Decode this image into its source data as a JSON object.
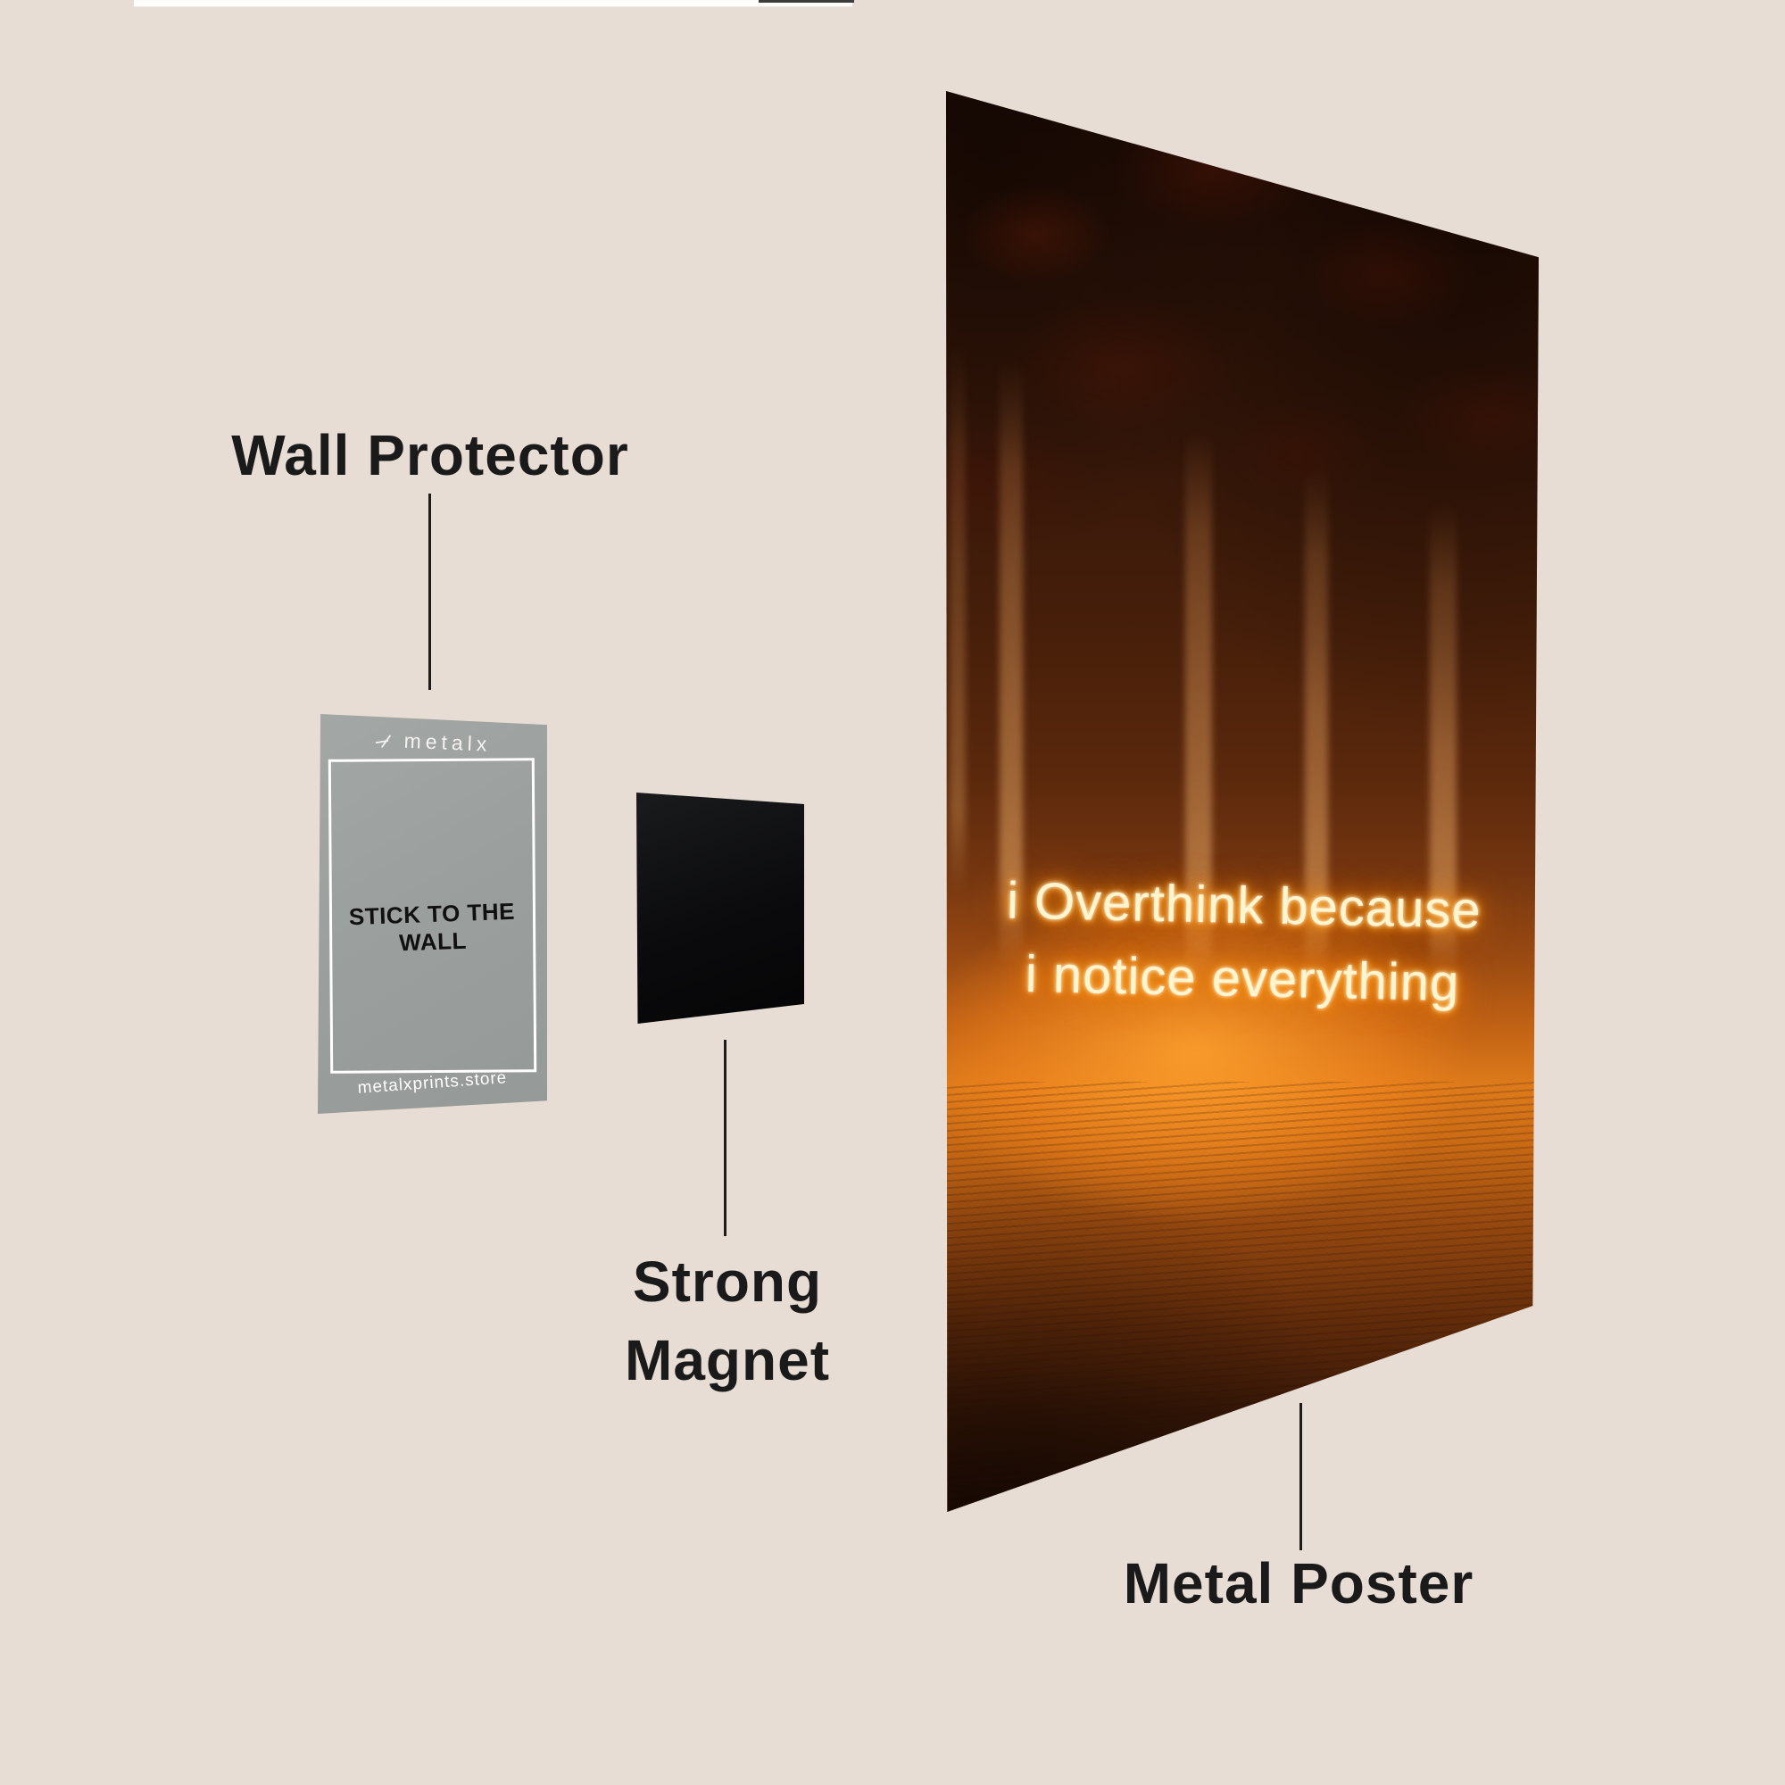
{
  "labels": {
    "wall_protector": "Wall Protector",
    "strong_line1": "Strong",
    "strong_line2": "Magnet",
    "metal_poster": "Metal Poster"
  },
  "card": {
    "brand": "metalx",
    "center_text": "STICK TO THE WALL",
    "footer_text": "metalxprints.store",
    "card_color": "#9b9f9d",
    "border_color": "#ffffff",
    "center_text_color": "#101010"
  },
  "magnet": {
    "color": "#0b0b0d"
  },
  "poster": {
    "neon_line1": "i Overthink because",
    "neon_line2": "i notice everything",
    "neon_text_color": "#fff6cf",
    "neon_glow_color": "#ff8a00",
    "scene_dark_color": "#2b1207",
    "scene_bright_color": "#dd7a1b"
  },
  "colors": {
    "background": "#e8ddd4",
    "label_text": "#1a1a1a",
    "connector_line": "#1c1c1c"
  }
}
